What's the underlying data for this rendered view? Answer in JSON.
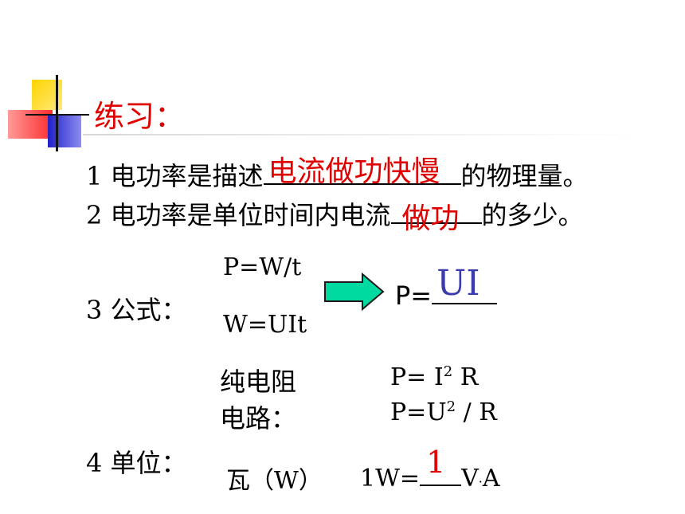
{
  "title": "练习：",
  "q1": {
    "prefix": "1  电功率是描述",
    "answer": "电流做功快慢",
    "suffix": "的物理量。"
  },
  "q2": {
    "prefix": "2  电功率是单位时间内电流",
    "answer": "做功",
    "suffix": "的多少。"
  },
  "q3": {
    "label": "3 公式：",
    "formula_top": "P=W/t",
    "formula_bottom": "W=UIt",
    "result_prefix": "P=",
    "result_answer": "UI"
  },
  "pure": {
    "label_line1": "纯电阻",
    "label_line2": "电路：",
    "f1_prefix": "P= I",
    "f1_exp": "2",
    "f1_suffix": " R",
    "f2_prefix": "P=U",
    "f2_exp": "2",
    "f2_suffix": " / R"
  },
  "q4": {
    "label": "4 单位：",
    "unit": "瓦（W）",
    "eq_prefix": "1W=",
    "eq_answer": "1",
    "eq_suffix_v": "V",
    "eq_dot": "·",
    "eq_suffix_a": "A"
  },
  "colors": {
    "answer_red": "#e00000",
    "answer_blue": "#3b3bb0",
    "arrow_fill": "#00d9a0"
  }
}
